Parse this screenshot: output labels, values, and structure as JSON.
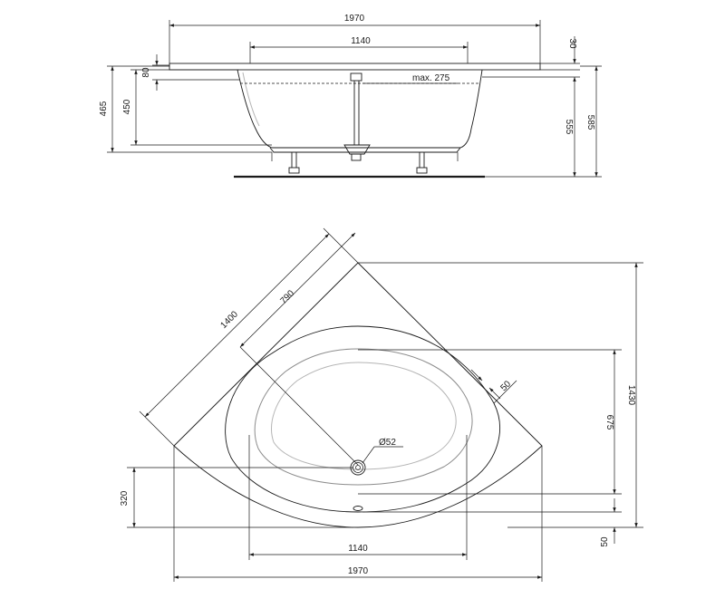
{
  "side_view": {
    "width_total": "1970",
    "width_inner": "1140",
    "rim_thickness": "30",
    "rim_height": "80",
    "height_465": "465",
    "height_450": "450",
    "height_555": "555",
    "height_585": "585",
    "overflow_max": "max. 275"
  },
  "plan_view": {
    "diagonal_1400": "1400",
    "diagonal_790": "790",
    "offset_50_diag": "50",
    "height_1430": "1430",
    "height_675": "675",
    "drain_diameter": "Ø52",
    "height_320": "320",
    "offset_50_vert": "50",
    "width_inner": "1140",
    "width_total": "1970"
  }
}
